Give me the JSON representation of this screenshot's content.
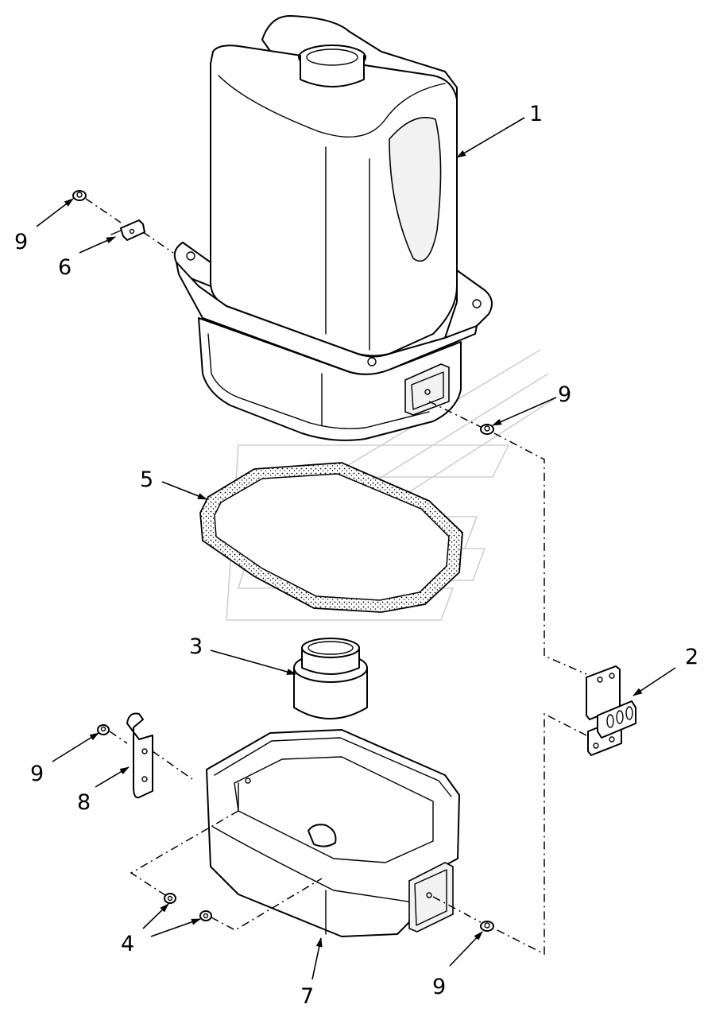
{
  "callouts": [
    {
      "id": "c1",
      "text": "1"
    },
    {
      "id": "c2",
      "text": "2"
    },
    {
      "id": "c3",
      "text": "3"
    },
    {
      "id": "c4",
      "text": "4"
    },
    {
      "id": "c5",
      "text": "5"
    },
    {
      "id": "c6",
      "text": "6"
    },
    {
      "id": "c7",
      "text": "7"
    },
    {
      "id": "c8",
      "text": "8"
    },
    {
      "id": "c9a",
      "text": "9"
    },
    {
      "id": "c9b",
      "text": "9"
    },
    {
      "id": "c9c",
      "text": "9"
    },
    {
      "id": "c9d",
      "text": "9"
    }
  ],
  "colors": {
    "line": "#000000",
    "background": "#ffffff",
    "watermark": "#cfcfcf"
  }
}
